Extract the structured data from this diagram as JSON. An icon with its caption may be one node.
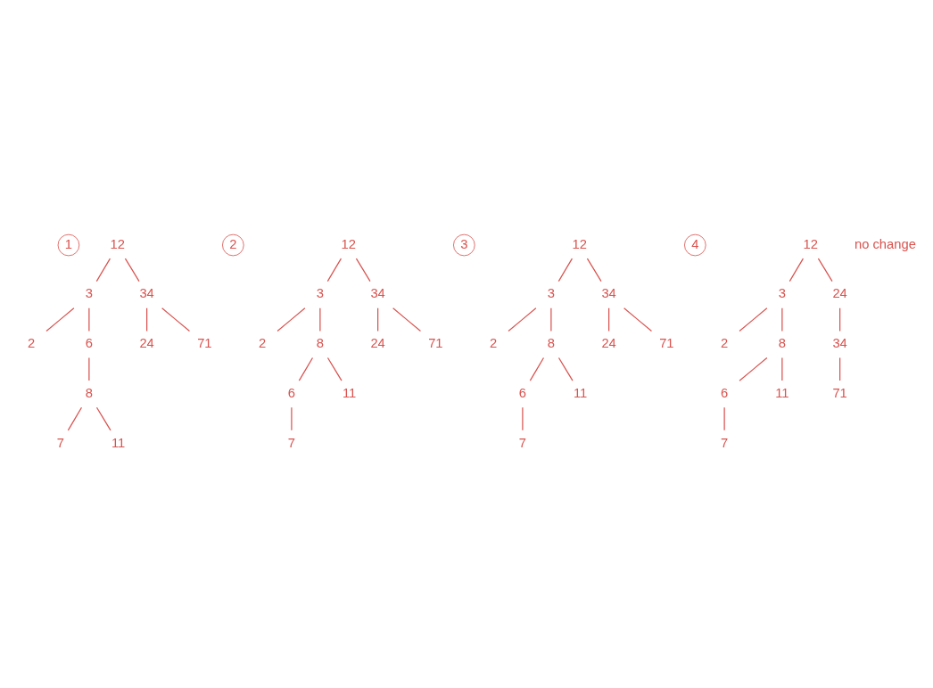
{
  "diagram": {
    "nodes": [
      {
        "text": [
          "1"
        ]
      },
      {
        "text": [
          "12"
        ]
      },
      {
        "text": [
          "3"
        ]
      },
      {
        "text": [
          "34"
        ]
      },
      {
        "text": [
          "2"
        ]
      },
      {
        "text": [
          "6"
        ]
      },
      {
        "text": [
          "24"
        ]
      },
      {
        "text": [
          "71"
        ]
      },
      {
        "text": [
          "8"
        ]
      },
      {
        "text": [
          "7"
        ]
      },
      {
        "text": [
          "11"
        ]
      },
      {
        "text": [
          "2"
        ]
      },
      {
        "text": [
          "12"
        ]
      },
      {
        "text": [
          "3"
        ]
      },
      {
        "text": [
          "34"
        ]
      },
      {
        "text": [
          "2"
        ]
      },
      {
        "text": [
          "8"
        ]
      },
      {
        "text": [
          "24"
        ]
      },
      {
        "text": [
          "71"
        ]
      },
      {
        "text": [
          "6"
        ]
      },
      {
        "text": [
          "11"
        ]
      },
      {
        "text": [
          "7"
        ]
      },
      {
        "text": [
          "3"
        ]
      },
      {
        "text": [
          "12"
        ]
      },
      {
        "text": [
          "3"
        ]
      },
      {
        "text": [
          "34"
        ]
      },
      {
        "text": [
          "2"
        ]
      },
      {
        "text": [
          "8"
        ]
      },
      {
        "text": [
          "24"
        ]
      },
      {
        "text": [
          "71"
        ]
      },
      {
        "text": [
          "6"
        ]
      },
      {
        "text": [
          "11"
        ]
      },
      {
        "text": [
          "7"
        ]
      },
      {
        "text": [
          "4"
        ]
      },
      {
        "text": [
          "12"
        ]
      },
      {
        "text": [
          "3"
        ]
      },
      {
        "text": [
          "24"
        ]
      },
      {
        "text": [
          "2"
        ]
      },
      {
        "text": [
          "8"
        ]
      },
      {
        "text": [
          "34"
        ]
      },
      {
        "text": [
          "6"
        ]
      },
      {
        "text": [
          "11"
        ]
      },
      {
        "text": [
          "71"
        ]
      },
      {
        "text": [
          "7"
        ]
      }
    ],
    "edges": [
      {
        "from": 1,
        "to": 2,
        "arrow": "none"
      },
      {
        "from": 1,
        "to": 3,
        "arrow": "none"
      },
      {
        "from": 2,
        "to": 4,
        "arrow": "none"
      },
      {
        "from": 2,
        "to": 5,
        "arrow": "none"
      },
      {
        "from": 3,
        "to": 6,
        "arrow": "none"
      },
      {
        "from": 3,
        "to": 7,
        "arrow": "none"
      },
      {
        "from": 5,
        "to": 8,
        "arrow": "none"
      },
      {
        "from": 8,
        "to": 9,
        "arrow": "none"
      },
      {
        "from": 8,
        "to": 10,
        "arrow": "none"
      },
      {
        "from": 12,
        "to": 13,
        "arrow": "none"
      },
      {
        "from": 12,
        "to": 14,
        "arrow": "none"
      },
      {
        "from": 13,
        "to": 15,
        "arrow": "none"
      },
      {
        "from": 13,
        "to": 16,
        "arrow": "none"
      },
      {
        "from": 14,
        "to": 17,
        "arrow": "none"
      },
      {
        "from": 14,
        "to": 18,
        "arrow": "none"
      },
      {
        "from": 16,
        "to": 19,
        "arrow": "none"
      },
      {
        "from": 16,
        "to": 20,
        "arrow": "none"
      },
      {
        "from": 19,
        "to": 21,
        "arrow": "none"
      },
      {
        "from": 23,
        "to": 24,
        "arrow": "none"
      },
      {
        "from": 23,
        "to": 25,
        "arrow": "none"
      },
      {
        "from": 24,
        "to": 26,
        "arrow": "none"
      },
      {
        "from": 24,
        "to": 27,
        "arrow": "none"
      },
      {
        "from": 25,
        "to": 28,
        "arrow": "none"
      },
      {
        "from": 25,
        "to": 29,
        "arrow": "none"
      },
      {
        "from": 27,
        "to": 30,
        "arrow": "none"
      },
      {
        "from": 27,
        "to": 31,
        "arrow": "none"
      },
      {
        "from": 30,
        "to": 32,
        "arrow": "none"
      },
      {
        "from": 34,
        "to": 35,
        "arrow": "none"
      },
      {
        "from": 34,
        "to": 36,
        "arrow": "none"
      },
      {
        "from": 35,
        "to": 37,
        "arrow": "none"
      },
      {
        "from": 35,
        "to": 38,
        "arrow": "none"
      },
      {
        "from": 36,
        "to": 39,
        "arrow": "none"
      },
      {
        "from": 38,
        "to": 40,
        "arrow": "none"
      },
      {
        "from": 38,
        "to": 41,
        "arrow": "none"
      },
      {
        "from": 39,
        "to": 42,
        "arrow": "none"
      },
      {
        "from": 40,
        "to": 43,
        "arrow": "none"
      }
    ],
    "labels": [
      "no change"
    ]
  }
}
